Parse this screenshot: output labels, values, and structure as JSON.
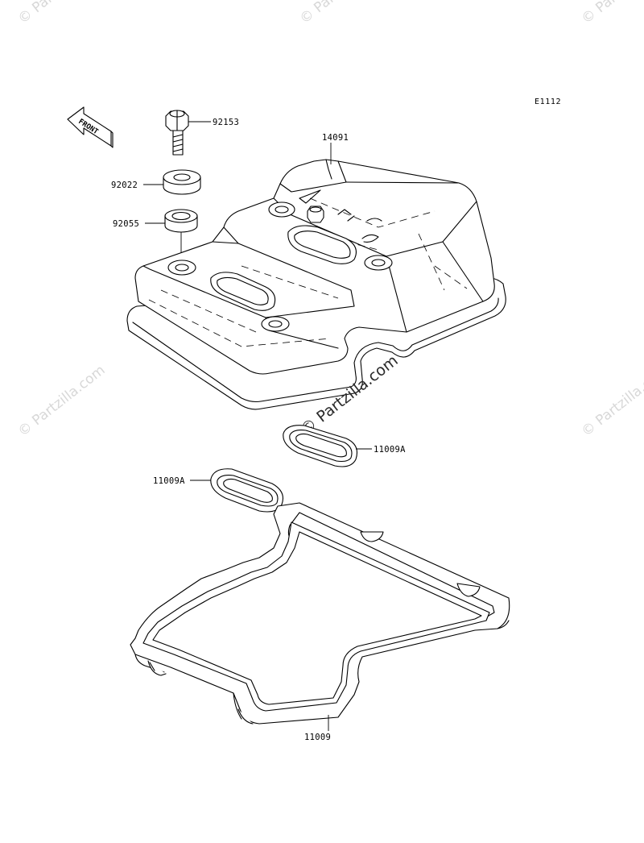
{
  "diagram": {
    "code": "E1112",
    "front_label": "FRONT",
    "watermark": "© Partzilla.com",
    "callouts": [
      {
        "id": "bolt",
        "number": "92153"
      },
      {
        "id": "cover",
        "number": "14091"
      },
      {
        "id": "washer",
        "number": "92022"
      },
      {
        "id": "grommet",
        "number": "92055"
      },
      {
        "id": "plug-gasket-right",
        "number": "11009A"
      },
      {
        "id": "plug-gasket-left",
        "number": "11009A"
      },
      {
        "id": "head-gasket",
        "number": "11009"
      }
    ]
  }
}
